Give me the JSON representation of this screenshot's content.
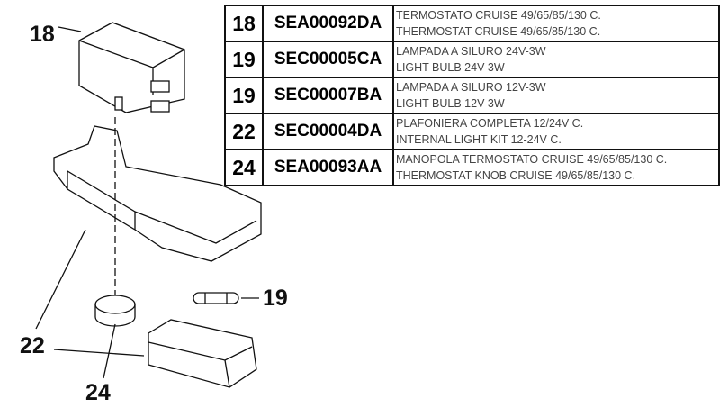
{
  "callouts": {
    "c18": "18",
    "c19": "19",
    "c22": "22",
    "c24": "24"
  },
  "parts": [
    {
      "num": "18",
      "code": "SEA00092DA",
      "it": "TERMOSTATO CRUISE 49/65/85/130 C.",
      "en": "THERMOSTAT CRUISE 49/65/85/130 C."
    },
    {
      "num": "19",
      "code": "SEC00005CA",
      "it": "LAMPADA A SILURO 24V-3W",
      "en": "LIGHT BULB 24V-3W"
    },
    {
      "num": "19",
      "code": "SEC00007BA",
      "it": "LAMPADA A SILURO 12V-3W",
      "en": "LIGHT BULB 12V-3W"
    },
    {
      "num": "22",
      "code": "SEC00004DA",
      "it": "PLAFONIERA COMPLETA 12/24V C.",
      "en": "INTERNAL LIGHT KIT 12-24V C."
    },
    {
      "num": "24",
      "code": "SEA00093AA",
      "it": "MANOPOLA TERMOSTATO CRUISE 49/65/85/130 C.",
      "en": "THERMOSTAT KNOB CRUISE 49/65/85/130 C."
    }
  ]
}
